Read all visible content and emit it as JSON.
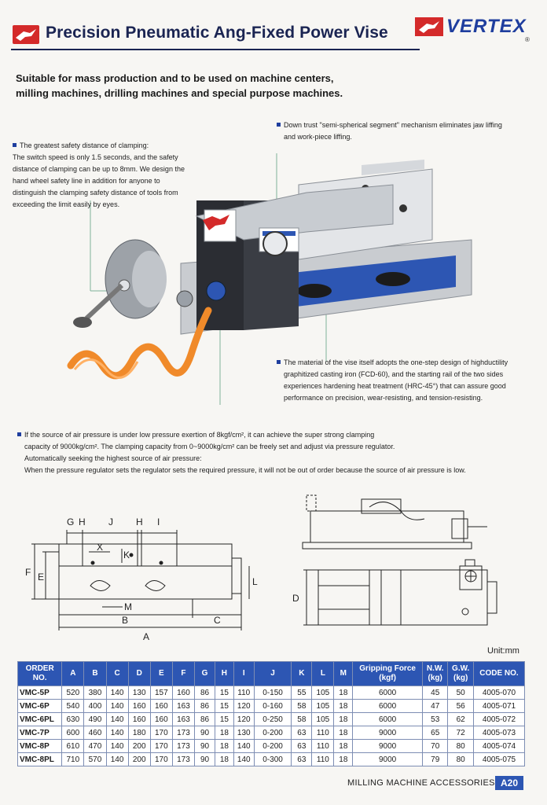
{
  "header": {
    "title": "Precision Pneumatic Ang-Fixed Power Vise",
    "brand": "VERTEX",
    "brand_mark": "®"
  },
  "subtitle": {
    "line1": "Suitable for mass production and to be used on machine centers,",
    "line2": "milling machines, drilling machines and special purpose machines."
  },
  "callouts": {
    "jaw": {
      "line1": "Down trust \"semi-spherical segment\" mechanism eliminates jaw liffing",
      "line2": "and work-piece liffing."
    },
    "safety": {
      "line1": "The greatest safety distance of clamping:",
      "line2": "The switch speed is only 1.5 seconds, and the safety",
      "line3": "distance of clamping can be up to 8mm. We design the",
      "line4": "hand wheel safety line in addition for anyone to",
      "line5": "distinguish the clamping safety distance of tools from",
      "line6": "exceeding the limit easily by eyes."
    },
    "material": {
      "line1": "The material of the vise itself adopts the one-step design of highductility",
      "line2": "graphitized casting iron (FCD-60), and the starting rail of the two sides",
      "line3": "experiences hardening heat treatment (HRC-45°) that can assure good",
      "line4": "performance on precision, wear-resisting, and tension-resisting."
    },
    "air": {
      "line1": "If the source of air pressure is under low pressure exertion of 8kgf/cm², it can achieve the super strong clamping",
      "line2": "capacity of 9000kg/cm². The clamping capacity from 0~9000kg/cm² can be freely set and adjust via pressure regulator.",
      "line3": "Automatically seeking the highest source of air pressure:",
      "line4": "When the pressure regulator sets the regulator sets the required pressure, it will not be out of order because the source of air pressure is low."
    }
  },
  "drawing": {
    "labels": {
      "g": "G",
      "h1": "H",
      "j": "J",
      "h2": "H",
      "i": "I",
      "x": "X",
      "k": "K",
      "f": "F",
      "e": "E",
      "l": "L",
      "m": "M",
      "b": "B",
      "c": "C",
      "a": "A",
      "d": "D"
    }
  },
  "table": {
    "unit": "Unit:mm",
    "headers": [
      "ORDER NO.",
      "A",
      "B",
      "C",
      "D",
      "E",
      "F",
      "G",
      "H",
      "I",
      "J",
      "K",
      "L",
      "M",
      "Gripping Force (kgf)",
      "N.W. (kg)",
      "G.W. (kg)",
      "CODE NO."
    ],
    "rows": [
      [
        "VMC-5P",
        "520",
        "380",
        "140",
        "130",
        "157",
        "160",
        "86",
        "15",
        "110",
        "0-150",
        "55",
        "105",
        "18",
        "6000",
        "45",
        "50",
        "4005-070"
      ],
      [
        "VMC-6P",
        "540",
        "400",
        "140",
        "160",
        "160",
        "163",
        "86",
        "15",
        "120",
        "0-160",
        "58",
        "105",
        "18",
        "6000",
        "47",
        "56",
        "4005-071"
      ],
      [
        "VMC-6PL",
        "630",
        "490",
        "140",
        "160",
        "160",
        "163",
        "86",
        "15",
        "120",
        "0-250",
        "58",
        "105",
        "18",
        "6000",
        "53",
        "62",
        "4005-072"
      ],
      [
        "VMC-7P",
        "600",
        "460",
        "140",
        "180",
        "170",
        "173",
        "90",
        "18",
        "130",
        "0-200",
        "63",
        "110",
        "18",
        "9000",
        "65",
        "72",
        "4005-073"
      ],
      [
        "VMC-8P",
        "610",
        "470",
        "140",
        "200",
        "170",
        "173",
        "90",
        "18",
        "140",
        "0-200",
        "63",
        "110",
        "18",
        "9000",
        "70",
        "80",
        "4005-074"
      ],
      [
        "VMC-8PL",
        "710",
        "570",
        "140",
        "200",
        "170",
        "173",
        "90",
        "18",
        "140",
        "0-300",
        "63",
        "110",
        "18",
        "9000",
        "79",
        "80",
        "4005-075"
      ]
    ]
  },
  "footer": {
    "section": "MILLING MACHINE ACCESSORIES",
    "page": "A20"
  }
}
